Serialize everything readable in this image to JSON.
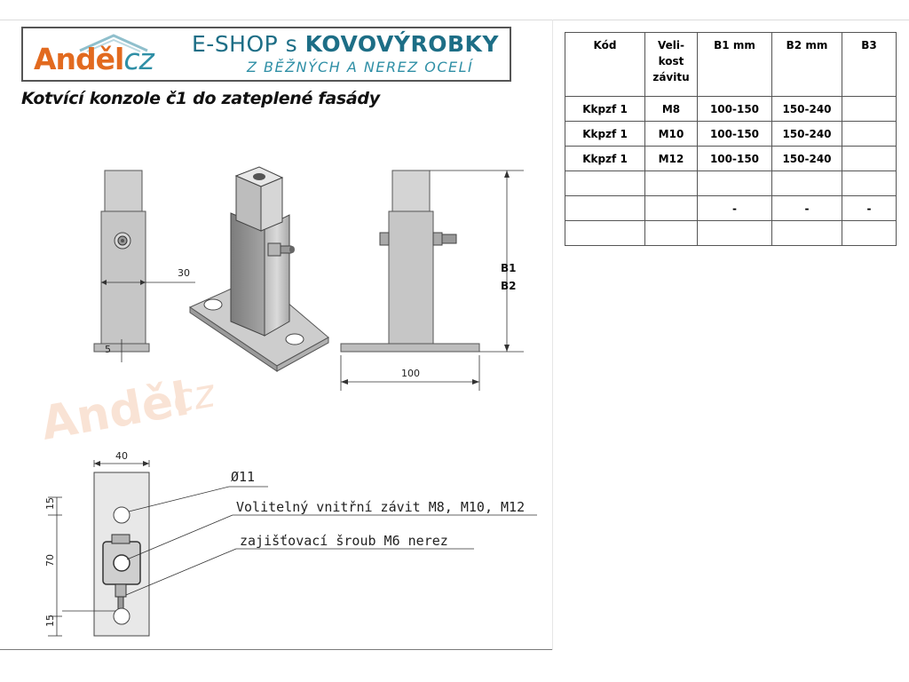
{
  "banner": {
    "logo_main": "Anděl",
    "logo_suffix": "cz",
    "title_prefix": "E-SHOP s ",
    "title_bold": "KOVOVÝROBKY",
    "subtitle": "Z BĚŽNÝCH A NEREZ OCELÍ"
  },
  "product_title": "Kotvící konzole č1 do zateplené fasády",
  "drawing": {
    "side_width": "30",
    "side_thickness": "5",
    "base_length": "100",
    "height_label_b1": "B1",
    "height_label_b2": "B2",
    "plate_width": "40",
    "hole_diameter": "Ø11",
    "spacing_top": "15",
    "spacing_mid": "70",
    "spacing_bottom": "15",
    "note_thread": "Volitelný vnitřní závit M8, M10, M12",
    "note_screw": "zajišťovací šroub M6 nerez",
    "watermark_main": "Anděl",
    "watermark_suffix": "cz"
  },
  "table": {
    "headers": {
      "kod": "Kód",
      "velikost": [
        "Veli-",
        "kost",
        "závitu"
      ],
      "b1": "B1 mm",
      "b2": "B2 mm",
      "b3": "B3"
    },
    "rows": [
      {
        "kod": "Kkpzf 1",
        "velikost": "M8",
        "b1": "100-150",
        "b2": "150-240",
        "b3": ""
      },
      {
        "kod": "Kkpzf 1",
        "velikost": "M10",
        "b1": "100-150",
        "b2": "150-240",
        "b3": ""
      },
      {
        "kod": "Kkpzf 1",
        "velikost": "M12",
        "b1": "100-150",
        "b2": "150-240",
        "b3": ""
      },
      {
        "kod": "",
        "velikost": "",
        "b1": "",
        "b2": "",
        "b3": ""
      },
      {
        "kod": "",
        "velikost": "",
        "b1": "-",
        "b2": "-",
        "b3": "-"
      },
      {
        "kod": "",
        "velikost": "",
        "b1": "",
        "b2": "",
        "b3": ""
      }
    ]
  },
  "colors": {
    "brand_orange": "#e26a1f",
    "brand_teal": "#2f8fa6",
    "title_teal": "#1d6e86",
    "steel_gray": "#c9c9c9"
  }
}
